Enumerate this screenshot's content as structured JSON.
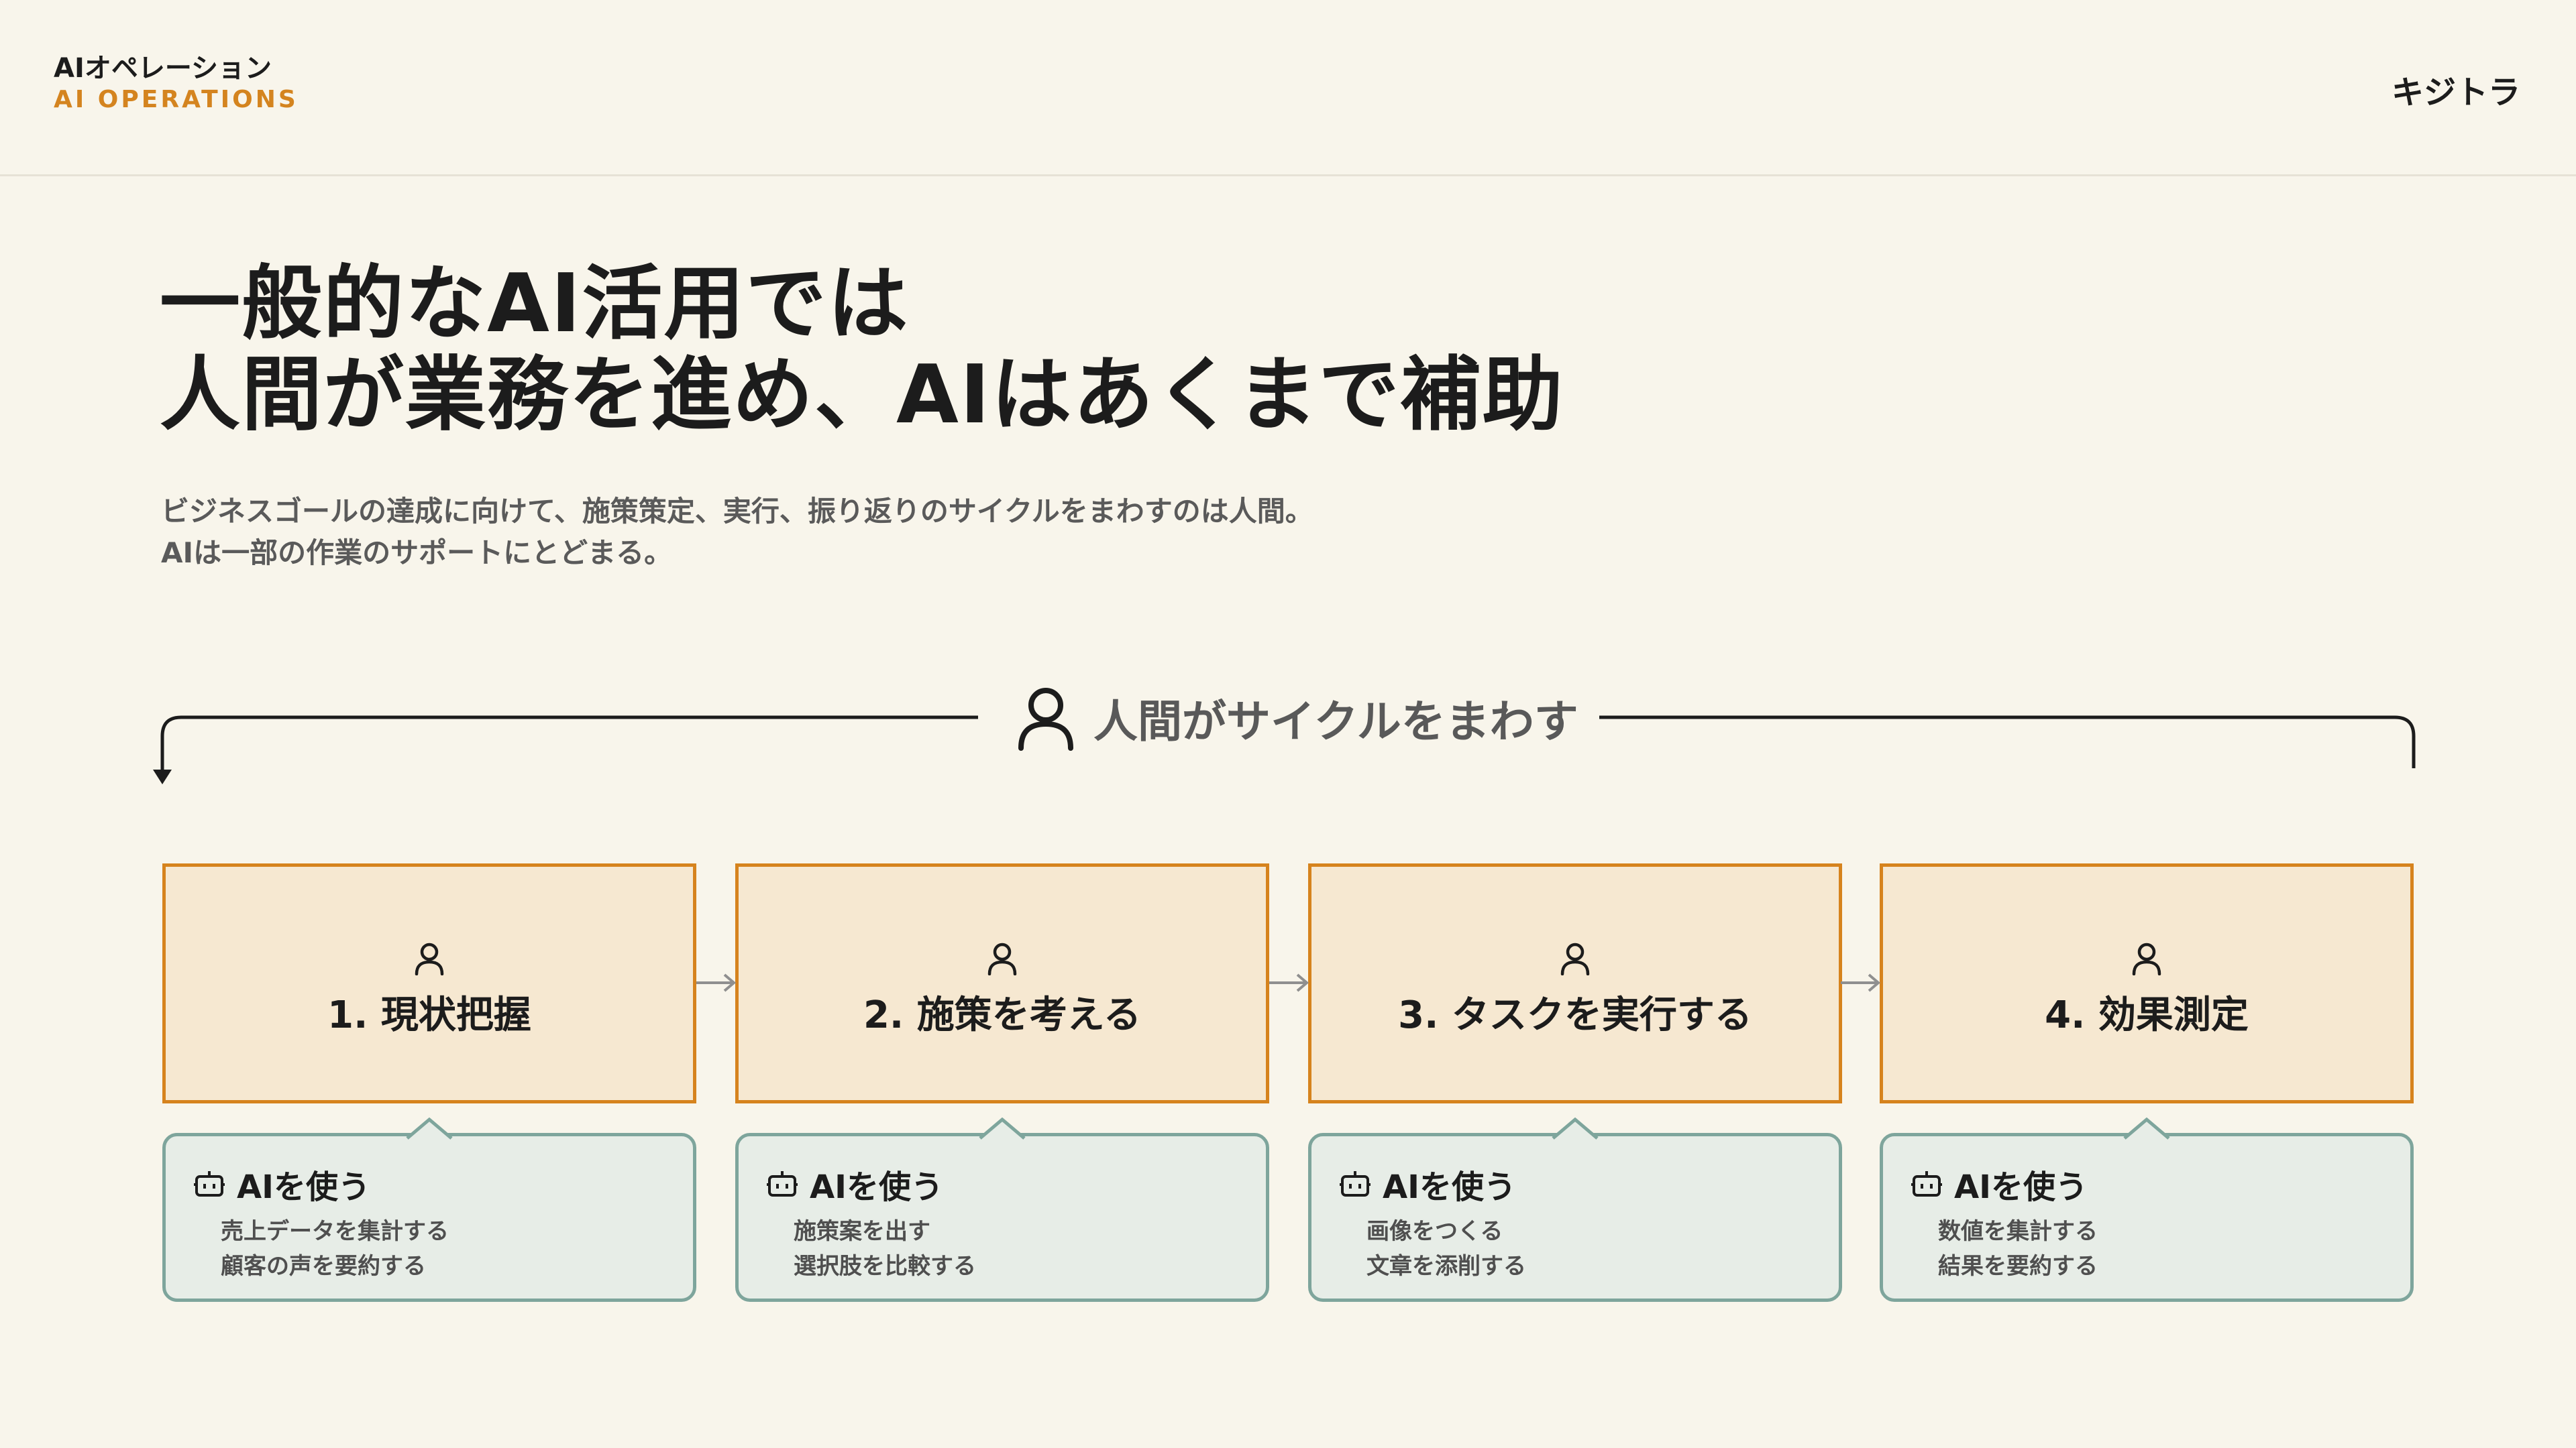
{
  "header": {
    "brand_jp": "AIオペレーション",
    "brand_en": "AI OPERATIONS",
    "company": "キジトラ"
  },
  "headline": {
    "line1": "一般的なAI活用では",
    "line2": "人間が業務を進め、AIはあくまで補助"
  },
  "lead": {
    "line1": "ビジネスゴールの達成に向けて、施策策定、実行、振り返りのサイクルをまわすのは人間。",
    "line2": "AIは一部の作業のサポートにとどまる。"
  },
  "cycle": {
    "label": "人間がサイクルをまわす",
    "icon": "person-icon"
  },
  "steps": [
    {
      "title": "1. 現状把握",
      "icon": "person-icon",
      "ai_title": "AIを使う",
      "ai_icon": "robot-icon",
      "ai_lines": [
        "売上データを集計する",
        "顧客の声を要約する"
      ]
    },
    {
      "title": "2. 施策を考える",
      "icon": "person-icon",
      "ai_title": "AIを使う",
      "ai_icon": "robot-icon",
      "ai_lines": [
        "施策案を出す",
        "選択肢を比較する"
      ]
    },
    {
      "title": "3. タスクを実行する",
      "icon": "person-icon",
      "ai_title": "AIを使う",
      "ai_icon": "robot-icon",
      "ai_lines": [
        "画像をつくる",
        "文章を添削する"
      ]
    },
    {
      "title": "4. 効果測定",
      "icon": "person-icon",
      "ai_title": "AIを使う",
      "ai_icon": "robot-icon",
      "ai_lines": [
        "数値を集計する",
        "結果を要約する"
      ]
    }
  ],
  "colors": {
    "background": "#f8f5eb",
    "accent_orange": "#d6831d",
    "step_fill": "#f6e8d1",
    "ai_border": "#7ea59c",
    "ai_fill": "#e7ede7",
    "text_dark": "#1c1c1c",
    "text_muted": "#5a5a5a"
  }
}
